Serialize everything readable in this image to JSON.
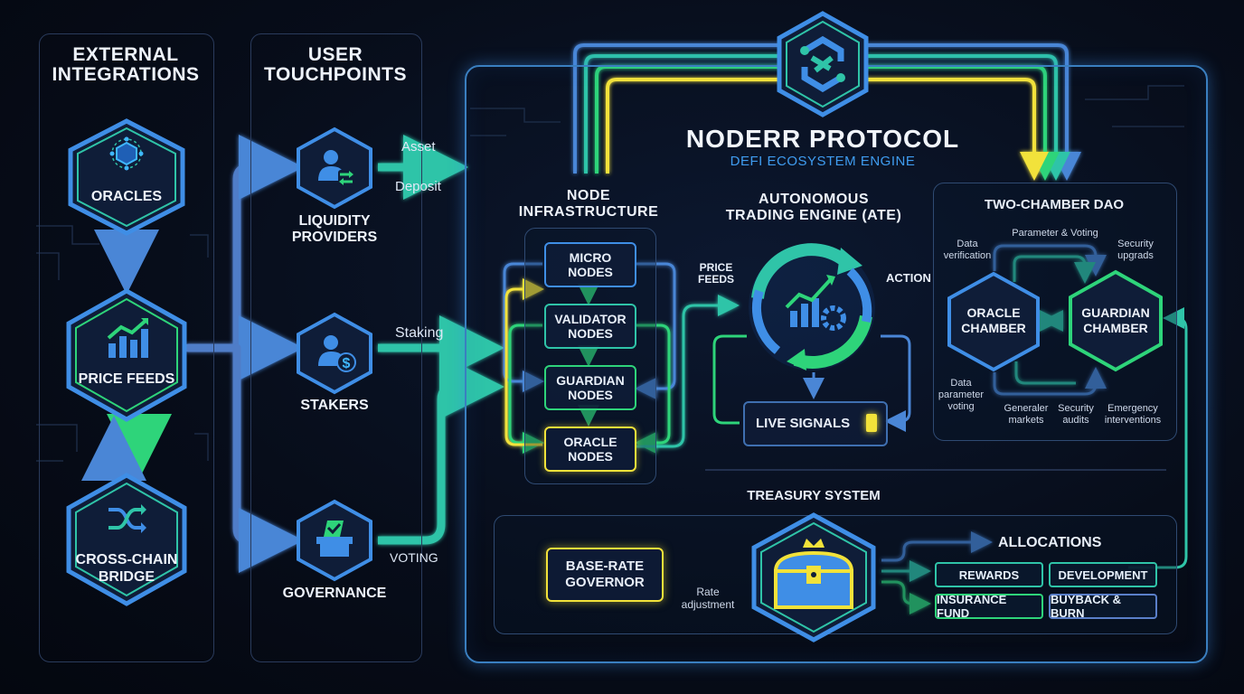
{
  "colors": {
    "blue": "#3f8ee6",
    "teal": "#2fc4a8",
    "green": "#2ed47a",
    "yellow": "#f2e23a",
    "navy": "#5a7fc9"
  },
  "columns": {
    "external_title": "EXTERNAL\nINTEGRATIONS",
    "user_title": "USER\nTOUCHPOINTS"
  },
  "external": [
    {
      "label": "ORACLES",
      "icon": "cube-network-icon"
    },
    {
      "label": "PRICE FEEDS",
      "icon": "bar-chart-icon"
    },
    {
      "label": "CROSS-CHAIN\nBRIDGE",
      "icon": "shuffle-arrows-icon"
    }
  ],
  "users": [
    {
      "label": "LIQUIDITY\nPROVIDERS",
      "icon": "user-exchange-icon"
    },
    {
      "label": "STAKERS",
      "icon": "user-dollar-icon"
    },
    {
      "label": "GOVERNANCE",
      "icon": "ballot-box-icon"
    }
  ],
  "flow_labels": {
    "asset": "Asset",
    "deposit": "Deposit",
    "staking": "Staking",
    "voting": "VOTING"
  },
  "protocol": {
    "title": "NODERR PROTOCOL",
    "subtitle": "DEFI ECOSYSTEM ENGINE",
    "logo_icon": "noderr-logo-icon"
  },
  "node_infra": {
    "title": "NODE\nINFRASTRUCTURE",
    "nodes": [
      "MICRO\nNODES",
      "VALIDATOR\nNODES",
      "GUARDIAN\nNODES",
      "ORACLE\nNODES"
    ]
  },
  "ate": {
    "title": "AUTONOMOUS\nTRADING ENGINE (ATE)",
    "price_feeds": "PRICE\nFEEDS",
    "action": "ACTION",
    "live_signals": "LIVE SIGNALS",
    "icon": "cycle-gear-chart-icon"
  },
  "dao": {
    "title": "TWO-CHAMBER DAO",
    "oracle_chamber": "ORACLE\nCHAMBER",
    "guardian_chamber": "GUARDIAN\nCHAMBER",
    "parameter_voting": "Parameter & Voting",
    "data_verification": "Data\nverification",
    "security_upgrades": "Security\nupgrads",
    "data_parameter_voting": "Data\nparameter\nvoting",
    "generaler_markets": "Generaler\nmarkets",
    "security_audits": "Security\naudits",
    "emergency_interventions": "Emergency\ninterventions"
  },
  "treasury": {
    "title": "TREASURY SYSTEM",
    "base_rate": "BASE-RATE\nGOVERNOR",
    "rate_adjustment": "Rate\nadjustment",
    "allocations": "ALLOCATIONS",
    "items": [
      "REWARDS",
      "DEVELOPMENT",
      "INSURANCE FUND",
      "BUYBACK & BURN"
    ],
    "icon": "treasure-chest-icon"
  }
}
